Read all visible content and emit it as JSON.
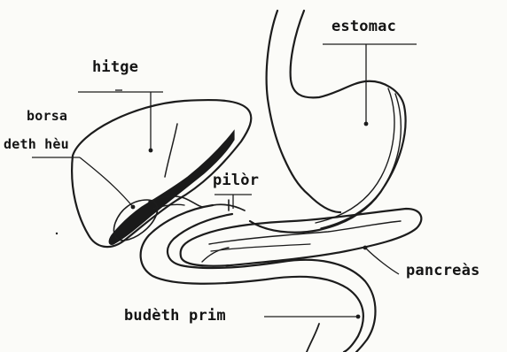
{
  "labels": {
    "stomach": "estomac",
    "liver": "hitge",
    "gallbladder_line1": "borsa",
    "gallbladder_line2": "deth hèu",
    "pylorus": "pilòr",
    "pancreas": "pancreàs",
    "duodenum": "budèth prim"
  }
}
